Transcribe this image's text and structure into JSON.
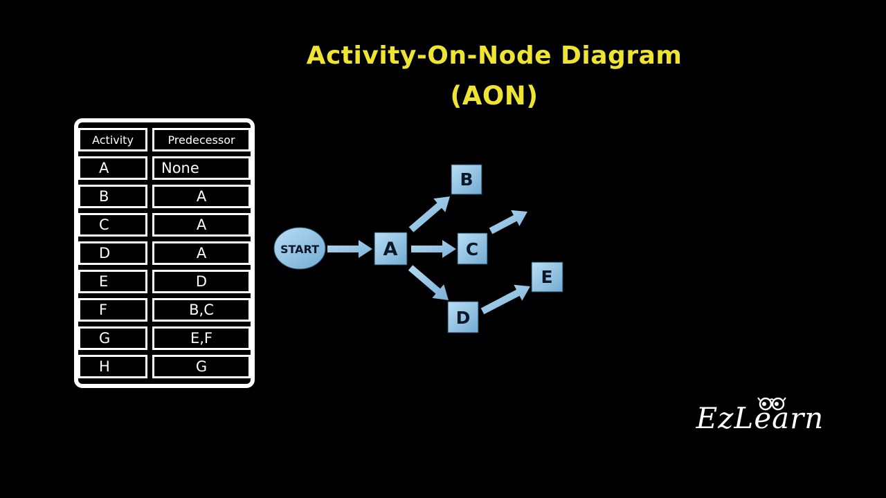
{
  "title": {
    "line1": "Activity-On-Node Diagram",
    "line2": "(AON)"
  },
  "table": {
    "headers": [
      "Activity",
      "Predecessor"
    ],
    "rows": [
      {
        "activity": "A",
        "predecessor": "None"
      },
      {
        "activity": "B",
        "predecessor": "A"
      },
      {
        "activity": "C",
        "predecessor": "A"
      },
      {
        "activity": "D",
        "predecessor": "A"
      },
      {
        "activity": "E",
        "predecessor": "D"
      },
      {
        "activity": "F",
        "predecessor": "B,C"
      },
      {
        "activity": "G",
        "predecessor": "E,F"
      },
      {
        "activity": "H",
        "predecessor": "G"
      }
    ]
  },
  "diagram": {
    "start_label": "START",
    "nodes": [
      {
        "id": "A",
        "label": "A"
      },
      {
        "id": "B",
        "label": "B"
      },
      {
        "id": "C",
        "label": "C"
      },
      {
        "id": "D",
        "label": "D"
      },
      {
        "id": "E",
        "label": "E"
      }
    ],
    "edges": [
      {
        "from": "START",
        "to": "A"
      },
      {
        "from": "A",
        "to": "B"
      },
      {
        "from": "A",
        "to": "C"
      },
      {
        "from": "A",
        "to": "D"
      },
      {
        "from": "C",
        "to": ""
      },
      {
        "from": "D",
        "to": "E"
      }
    ]
  },
  "logo": {
    "text": "EzLearn",
    "icon": "glasses-icon"
  },
  "colors": {
    "background": "#000000",
    "title_yellow": "#f0e432",
    "table_border": "#ffffff",
    "table_text": "#ffffff",
    "node_fill_light": "#b8def5",
    "node_fill_dark": "#74abd2",
    "node_text": "#0b1626"
  }
}
